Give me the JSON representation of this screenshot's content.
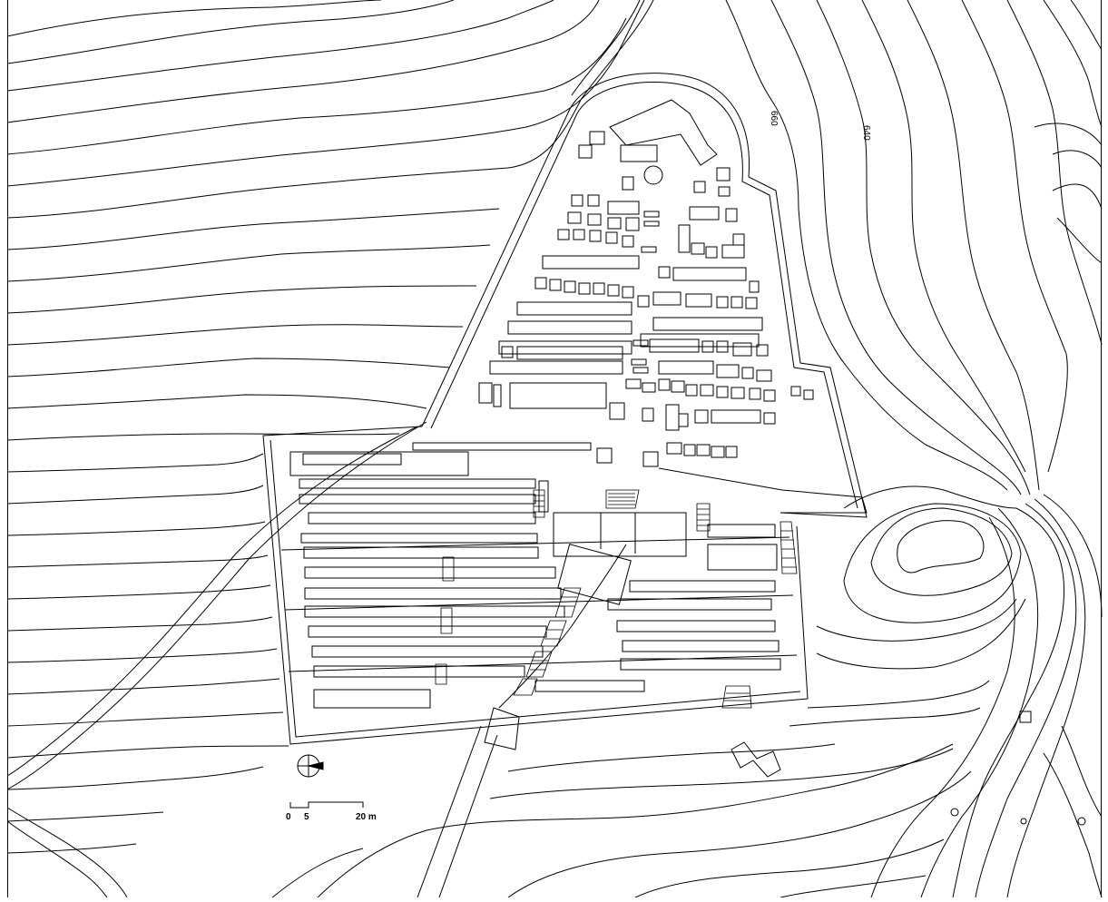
{
  "contour_labels": [
    {
      "text": "660"
    },
    {
      "text": "640"
    }
  ],
  "scale_bar": {
    "tick0": "0",
    "tick1": "5",
    "tick2": "20 m"
  },
  "colors": {
    "line": "#000000",
    "background": "#ffffff"
  },
  "icons": [
    "north-arrow-icon"
  ]
}
